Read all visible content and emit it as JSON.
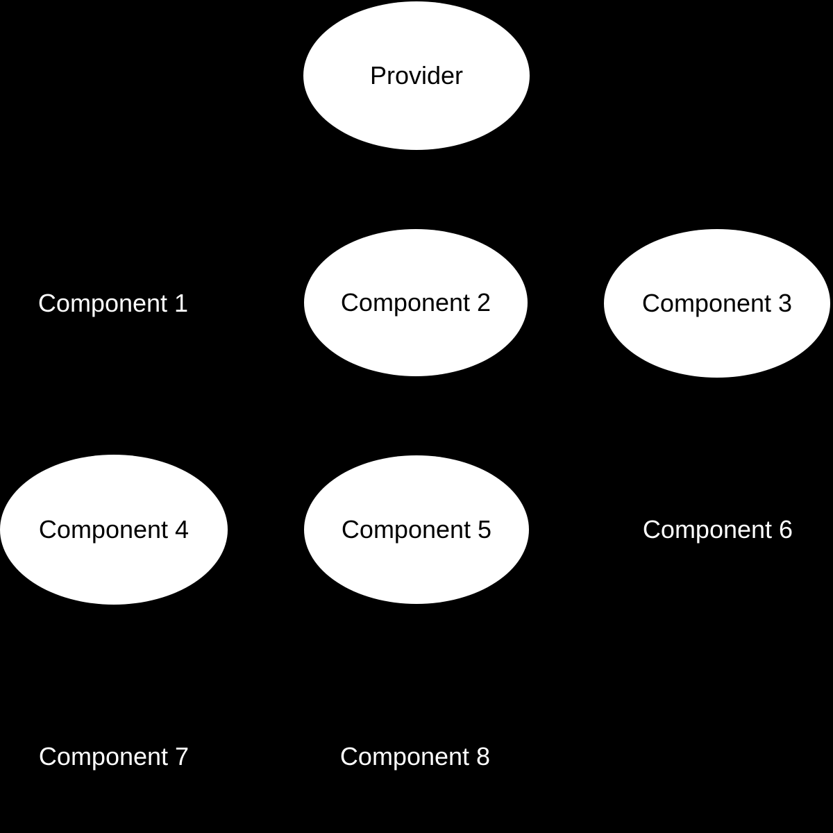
{
  "diagram": {
    "type": "node-graph",
    "background_color": "#000000",
    "node_fill_color": "#ffffff",
    "filled_node_text_color": "#000000",
    "ghost_node_text_color": "#ffffff",
    "nodes": [
      {
        "id": "provider",
        "label": "Provider",
        "shape": "ellipse",
        "filled": true
      },
      {
        "id": "component-1",
        "label": "Component 1",
        "shape": "ellipse",
        "filled": false
      },
      {
        "id": "component-2",
        "label": "Component 2",
        "shape": "ellipse",
        "filled": true
      },
      {
        "id": "component-3",
        "label": "Component 3",
        "shape": "ellipse",
        "filled": true
      },
      {
        "id": "component-4",
        "label": "Component 4",
        "shape": "ellipse",
        "filled": true
      },
      {
        "id": "component-5",
        "label": "Component 5",
        "shape": "ellipse",
        "filled": true
      },
      {
        "id": "component-6",
        "label": "Component 6",
        "shape": "ellipse",
        "filled": false
      },
      {
        "id": "component-7",
        "label": "Component 7",
        "shape": "ellipse",
        "filled": false
      },
      {
        "id": "component-8",
        "label": "Component 8",
        "shape": "ellipse",
        "filled": false
      }
    ]
  }
}
